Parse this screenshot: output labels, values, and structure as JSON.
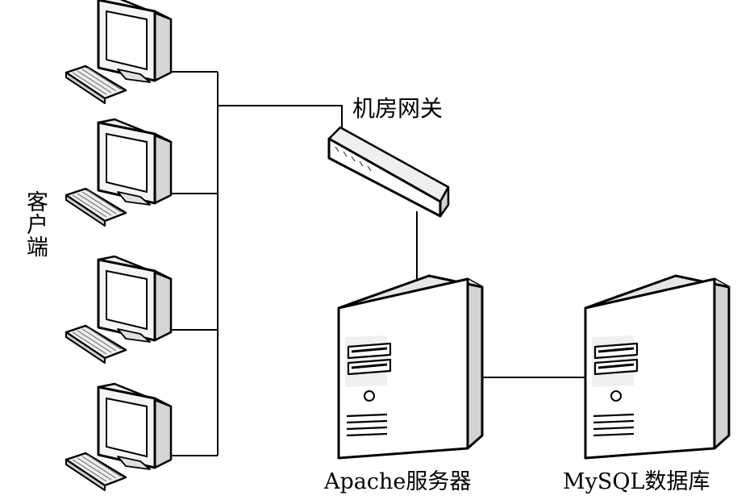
{
  "labels": {
    "clients": "客户端",
    "gateway": "机房网关",
    "web_server": "Apache服务器",
    "db_server": "MySQL数据库"
  },
  "nodes": [
    {
      "id": "client-1",
      "kind": "client-computer"
    },
    {
      "id": "client-2",
      "kind": "client-computer"
    },
    {
      "id": "client-3",
      "kind": "client-computer"
    },
    {
      "id": "client-4",
      "kind": "client-computer"
    },
    {
      "id": "gateway",
      "kind": "network-switch",
      "label_ref": "gateway"
    },
    {
      "id": "web-server",
      "kind": "tower-server",
      "label_ref": "web_server"
    },
    {
      "id": "db-server",
      "kind": "tower-server",
      "label_ref": "db_server"
    }
  ],
  "edges": [
    {
      "from": "client-1",
      "to": "gateway"
    },
    {
      "from": "client-2",
      "to": "gateway"
    },
    {
      "from": "client-3",
      "to": "gateway"
    },
    {
      "from": "client-4",
      "to": "gateway"
    },
    {
      "from": "gateway",
      "to": "web-server"
    },
    {
      "from": "web-server",
      "to": "db-server"
    }
  ],
  "colors": {
    "line": "#000000",
    "shade_dark": "#d9d9d9",
    "shade_light": "#ededed",
    "face": "#ffffff"
  }
}
